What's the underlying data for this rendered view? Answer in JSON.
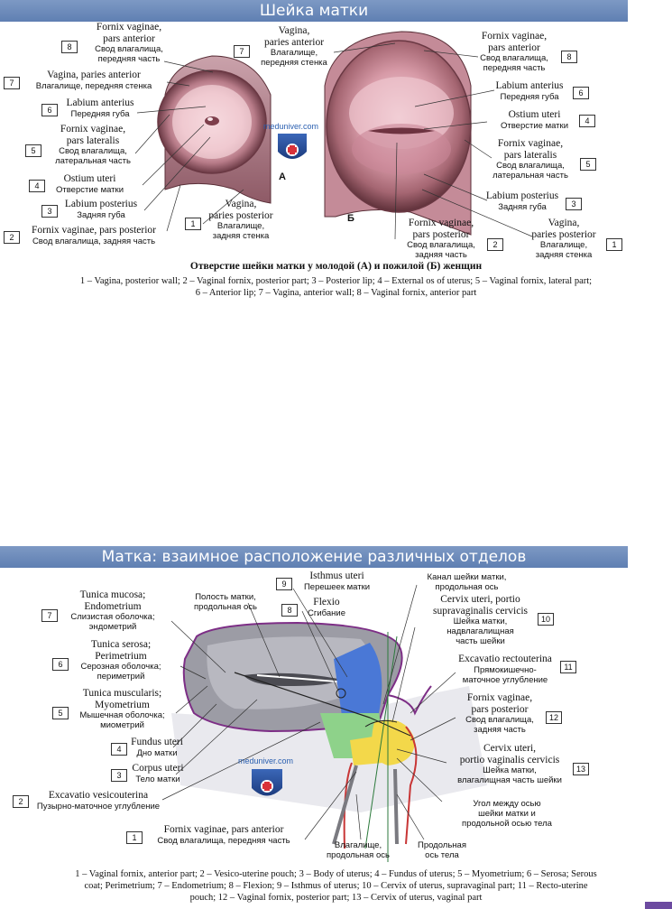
{
  "top": {
    "banner": "Шейка матки",
    "figure_title": "Отверстие шейки матки у молодой (А) и пожилой (Б) женщин",
    "letters": {
      "a": "А",
      "b": "Б"
    },
    "watermark": "meduniver.com",
    "labels": {
      "l8": {
        "num": "8",
        "lat": "Fornix vaginae,",
        "lat2": "pars anterior",
        "ru": "Свод влагалища,",
        "ru2": "передняя часть"
      },
      "l7": {
        "num": "7",
        "lat": "Vagina, paries anterior",
        "ru": "Влагалище, передняя стенка"
      },
      "l6": {
        "num": "6",
        "lat": "Labium anterius",
        "ru": "Передняя губа"
      },
      "l5": {
        "num": "5",
        "lat": "Fornix vaginae,",
        "lat2": "pars lateralis",
        "ru": "Свод влагалища,",
        "ru2": "латеральная часть"
      },
      "l4": {
        "num": "4",
        "lat": "Ostium uteri",
        "ru": "Отверстие матки"
      },
      "l3": {
        "num": "3",
        "lat": "Labium posterius",
        "ru": "Задняя губа"
      },
      "l2": {
        "num": "2",
        "lat": "Fornix vaginae, pars posterior",
        "ru": "Свод влагалища, задняя часть"
      },
      "l1": {
        "num": "1",
        "lat": "Vagina,",
        "lat2": "paries posterior",
        "ru": "Влагалище,",
        "ru2": "задняя стенка"
      },
      "r7": {
        "num": "7",
        "lat": "Vagina,",
        "lat2": "paries anterior",
        "ru": "Влагалище,",
        "ru2": "передняя стенка"
      },
      "r8": {
        "num": "8",
        "lat": "Fornix vaginae,",
        "lat2": "pars anterior",
        "ru": "Свод влагалища,",
        "ru2": "передняя часть"
      },
      "r6": {
        "num": "6",
        "lat": "Labium anterius",
        "ru": "Передняя губа"
      },
      "r4": {
        "num": "4",
        "lat": "Ostium uteri",
        "ru": "Отверстие матки"
      },
      "r5": {
        "num": "5",
        "lat": "Fornix vaginae,",
        "lat2": "pars lateralis",
        "ru": "Свод влагалища,",
        "ru2": "латеральная часть"
      },
      "r3": {
        "num": "3",
        "lat": "Labium posterius",
        "ru": "Задняя губа"
      },
      "r2": {
        "num": "2",
        "lat": "Fornix vaginae,",
        "lat2": "pars posterior",
        "ru": "Свод влагалища,",
        "ru2": "задняя часть"
      },
      "r1": {
        "num": "1",
        "lat": "Vagina,",
        "lat2": "paries posterior",
        "ru": "Влагалище,",
        "ru2": "задняя стенка"
      }
    },
    "caption_line1": "1 – Vagina, posterior wall; 2 – Vaginal fornix, posterior part; 3 – Posterior lip; 4 – External os of uterus; 5 – Vaginal fornix, lateral part;",
    "caption_line2": "6 – Anterior lip; 7 – Vagina, anterior wall; 8 – Vaginal fornix, anterior part"
  },
  "bottom": {
    "banner": "Матка: взаимное расположение различных отделов",
    "watermark": "meduniver.com",
    "labels": {
      "b7": {
        "num": "7",
        "lat": "Tunica mucosa;",
        "lat2": "Endometrium",
        "ru": "Слизистая оболочка;",
        "ru2": "эндометрий"
      },
      "b6": {
        "num": "6",
        "lat": "Tunica serosa;",
        "lat2": "Perimetrium",
        "ru": "Серозная оболочка;",
        "ru2": "периметрий"
      },
      "b5": {
        "num": "5",
        "lat": "Tunica muscularis;",
        "lat2": "Myometrium",
        "ru": "Мышечная оболочка;",
        "ru2": "миометрий"
      },
      "b4": {
        "num": "4",
        "lat": "Fundus uteri",
        "ru": "Дно матки"
      },
      "b3": {
        "num": "3",
        "lat": "Corpus uteri",
        "ru": "Тело матки"
      },
      "b2": {
        "num": "2",
        "lat": "Excavatio vesicouterina",
        "ru": "Пузырно-маточное углубление"
      },
      "b1": {
        "num": "1",
        "lat": "Fornix vaginae, pars anterior",
        "ru": "Свод влагалища, передняя часть"
      },
      "cavity": {
        "ru": "Полость матки,",
        "ru2": "продольная ось"
      },
      "b9": {
        "num": "9",
        "lat": "Isthmus uteri",
        "ru": "Перешеек матки"
      },
      "b8": {
        "num": "8",
        "lat": "Flexio",
        "ru": "Сгибание"
      },
      "canal": {
        "ru": "Канал шейки матки,",
        "ru2": "продольная ось"
      },
      "b10": {
        "num": "10",
        "lat": "Cervix uteri, portio",
        "lat2": "supravaginalis cervicis",
        "ru": "Шейка матки,",
        "ru2": "надвлагалищная",
        "ru3": "часть шейки"
      },
      "b11": {
        "num": "11",
        "lat": "Excavatio rectouterina",
        "ru": "Прямокишечно-",
        "ru2": "маточное углубление"
      },
      "b12": {
        "num": "12",
        "lat": "Fornix vaginae,",
        "lat2": "pars posterior",
        "ru": "Свод влагалища,",
        "ru2": "задняя часть"
      },
      "b13": {
        "num": "13",
        "lat": "Cervix uteri,",
        "lat2": "portio vaginalis cervicis",
        "ru": "Шейка матки,",
        "ru2": "влагалищная часть шейки"
      },
      "angle": {
        "ru": "Угол между осью",
        "ru2": "шейки матки и",
        "ru3": "продольной осью тела"
      },
      "vagaxis": {
        "ru": "Влагалище,",
        "ru2": "продольная ось"
      },
      "bodyaxis": {
        "ru": "Продольная",
        "ru2": "ось тела"
      }
    },
    "caption_line1": "1 – Vaginal fornix, anterior part; 2 – Vesico-uterine pouch; 3 – Body of uterus; 4 – Fundus of uterus; 5 – Myometrium; 6 – Serosa; Serous",
    "caption_line2": "coat; Perimetrium; 7 – Endometrium; 8 – Flexion; 9 – Isthmus of uterus; 10 – Cervix of uterus, supravaginal part; 11 – Recto-uterine",
    "caption_line3": "pouch; 12 – Vaginal fornix, posterior part; 13 – Cervix of uterus, vaginal part"
  }
}
